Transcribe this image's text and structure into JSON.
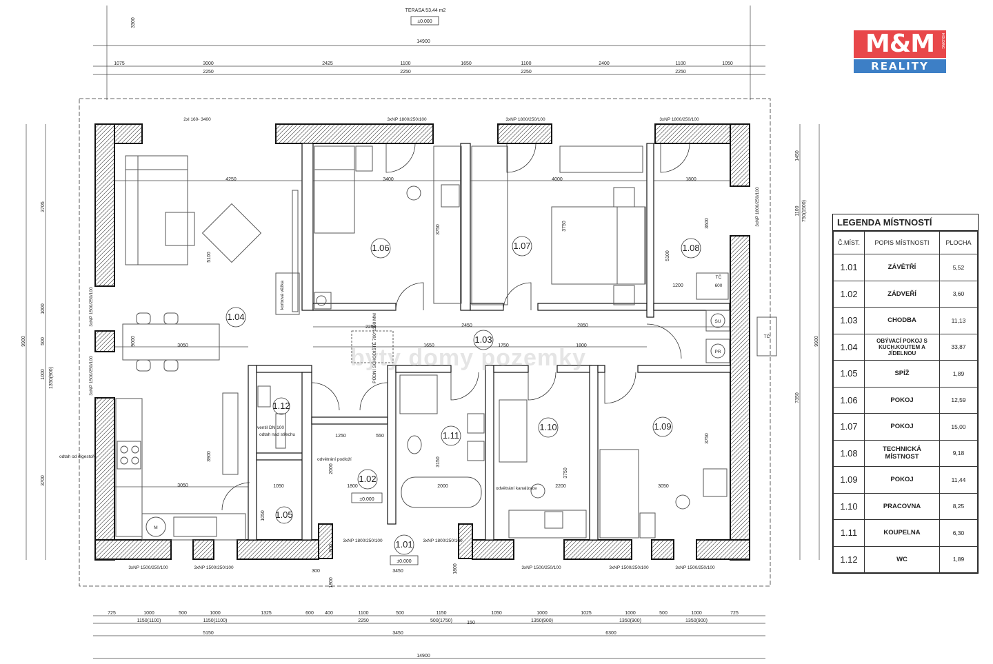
{
  "logo": {
    "top": "M&M",
    "holding": "HOLDING",
    "bottom": "REALITY"
  },
  "watermark": "byty domy pozemky",
  "terrace": {
    "label": "TERASA 53,44 m2",
    "level": "±0.000"
  },
  "top_dims": {
    "overall": "14900",
    "row1": [
      "1075",
      "3000",
      "2425",
      "1100",
      "1650",
      "1100",
      "2400",
      "1100",
      "1050"
    ],
    "row2": [
      "2250",
      "2250",
      "2250",
      "2250"
    ],
    "left_top": "3300"
  },
  "windows": {
    "w1": "2xl 160- 3400",
    "w2": "3xNP 1800/250/100",
    "w3": "3xNP 1800/250/100",
    "w4": "3xNP 1800/250/100",
    "side_left1": "3xNP 1500/250/100",
    "side_left2": "3xNP 1500/250/100",
    "side_right": "3xNP 1800/250/100",
    "entry_l": "3xNP 1800/250/100",
    "entry_r": "3xNP 1800/250/100",
    "bottom": [
      "3xNP 1500/250/100",
      "3xNP 1500/250/100",
      "3xNP 1500/250/100",
      "3xNP 1500/250/100",
      "3xNP 1500/250/100"
    ]
  },
  "rooms": [
    {
      "id": "1.04",
      "dims": [
        "4250",
        "5100",
        "9000",
        "3050",
        "3900",
        "3050"
      ]
    },
    {
      "id": "1.06",
      "dims": [
        "3400",
        "3750"
      ]
    },
    {
      "id": "1.07",
      "dims": [
        "4000",
        "3750"
      ]
    },
    {
      "id": "1.08",
      "dims": [
        "1800",
        "3600",
        "5100",
        "1200"
      ]
    },
    {
      "id": "1.03",
      "dims": [
        "2450",
        "1650",
        "1750",
        "2850",
        "1800"
      ]
    },
    {
      "id": "1.12",
      "dims": []
    },
    {
      "id": "1.05",
      "dims": [
        "1050",
        "1050"
      ]
    },
    {
      "id": "1.02",
      "dims": [
        "1250",
        "550",
        "2000",
        "1800"
      ]
    },
    {
      "id": "1.11",
      "dims": [
        "3150",
        "2000"
      ]
    },
    {
      "id": "1.10",
      "dims": [
        "3750",
        "2200"
      ]
    },
    {
      "id": "1.09",
      "dims": [
        "3750",
        "3050"
      ]
    },
    {
      "id": "1.01",
      "dims": [
        "3450"
      ]
    }
  ],
  "labels": {
    "level_102": "±0.000",
    "level_101": "±0.000",
    "stair": "PŮDNÍ SCHODIŠTĚ 700*1100 MM",
    "stair_dim": "2250",
    "korbova": "korbová věžka",
    "vent": "ventil DN 100",
    "odtah_strecha": "odtah nad střechu",
    "odtah_digestor": "odtah od digestoře",
    "odvetrani_podlozi": "odvětrání podloží",
    "odvetrani_kanalizace": "odvětrání kanalizace",
    "tc1": "TČ",
    "tc_dim": "600",
    "tc2": "TČ",
    "su": "SU",
    "pr": "PR",
    "m": "M"
  },
  "left_dims": [
    "3705",
    "1000",
    "500",
    "1000",
    "3700",
    "9900",
    "1350(900)"
  ],
  "right_dims": [
    "1450",
    "1100",
    "750(1500)",
    "7350",
    "9900"
  ],
  "bottom_dims": {
    "row1": [
      "725",
      "1000",
      "500",
      "1000",
      "1325",
      "600",
      "400",
      "1100",
      "500",
      "1150",
      "1050",
      "1000",
      "1025",
      "1000",
      "500",
      "1000",
      "725"
    ],
    "row2": [
      "1150(1100)",
      "1150(1100)",
      "2250",
      "500(1750)",
      "1350(900)",
      "1350(900)",
      "1350(900)"
    ],
    "row3": [
      "5150",
      "3450",
      "6300"
    ],
    "overall": "14900",
    "small": [
      "300",
      "600",
      "1800",
      "150",
      "1800"
    ]
  },
  "legend": {
    "title": "LEGENDA MÍSTNOSTÍ",
    "headers": [
      "Č.MÍST.",
      "POPIS MÍSTNOSTI",
      "PLOCHA"
    ],
    "rows": [
      [
        "1.01",
        "ZÁVĚTŘÍ",
        "5,52"
      ],
      [
        "1.02",
        "ZÁDVEŘÍ",
        "3,60"
      ],
      [
        "1.03",
        "CHODBA",
        "11,13"
      ],
      [
        "1.04",
        "OBÝVACÍ POKOJ S KUCH.KOUTEM A JÍDELNOU",
        "33,87"
      ],
      [
        "1.05",
        "SPÍŽ",
        "1,89"
      ],
      [
        "1.06",
        "POKOJ",
        "12,59"
      ],
      [
        "1.07",
        "POKOJ",
        "15,00"
      ],
      [
        "1.08",
        "TECHNICKÁ MÍSTNOST",
        "9,18"
      ],
      [
        "1.09",
        "POKOJ",
        "11,44"
      ],
      [
        "1.10",
        "PRACOVNA",
        "8,25"
      ],
      [
        "1.11",
        "KOUPELNA",
        "6,30"
      ],
      [
        "1.12",
        "WC",
        "1,89"
      ]
    ]
  }
}
